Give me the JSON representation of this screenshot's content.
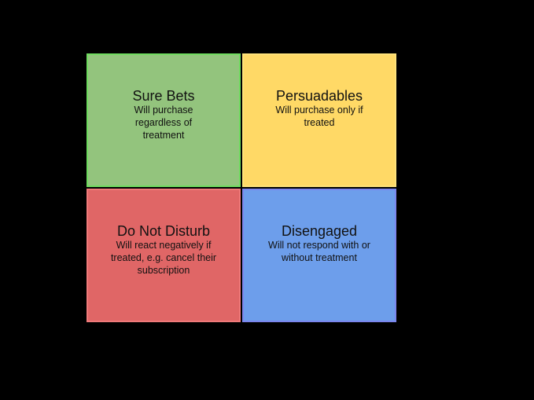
{
  "diagram": {
    "type": "2x2 quadrant matrix",
    "quadrants": [
      {
        "position": "top-left",
        "title": "Sure Bets",
        "description": "Will purchase regardless of treatment",
        "fill": "#93c47d",
        "border": "#6fdc5f"
      },
      {
        "position": "top-right",
        "title": "Persuadables",
        "description": "Will purchase only if treated",
        "fill": "#ffd966",
        "border": "#ffe27a"
      },
      {
        "position": "bottom-left",
        "title": "Do Not Disturb",
        "description": "Will react negatively if treated, e.g. cancel their subscription",
        "fill": "#e06666",
        "border": "#ef7a7a"
      },
      {
        "position": "bottom-right",
        "title": "Disengaged",
        "description": "Will not respond with or without treatment",
        "fill": "#6d9eeb",
        "border": "#7b86ee"
      }
    ],
    "background": "#000000"
  }
}
